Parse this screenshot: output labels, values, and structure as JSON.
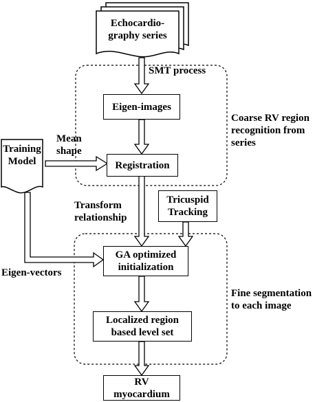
{
  "nodes": {
    "echo_series": {
      "line1": "Echocardio-",
      "line2": "graphy series"
    },
    "eigen_images": {
      "label": "Eigen-images"
    },
    "registration": {
      "label": "Registration"
    },
    "training_model": {
      "line1": "Training",
      "line2": "Model"
    },
    "tricuspid": {
      "line1": "Tricuspid",
      "line2": "Tracking"
    },
    "ga_init": {
      "line1": "GA optimized",
      "line2": "initialization"
    },
    "level_set": {
      "line1": "Localized region",
      "line2": "based level set"
    },
    "rv_myocardium": {
      "line1": "RV",
      "line2": "myocardium"
    }
  },
  "edge_labels": {
    "smt_process": "SMT process",
    "mean_shape": {
      "line1": "Mean",
      "line2": "shape"
    },
    "transform": {
      "line1": "Transform",
      "line2": "relationship"
    },
    "eigen_vectors": "Eigen-vectors"
  },
  "groups": {
    "coarse": {
      "line1": "Coarse RV region",
      "line2": "recognition from",
      "line3": "series"
    },
    "fine": {
      "line1": "Fine segmentation",
      "line2": "to each image"
    }
  }
}
